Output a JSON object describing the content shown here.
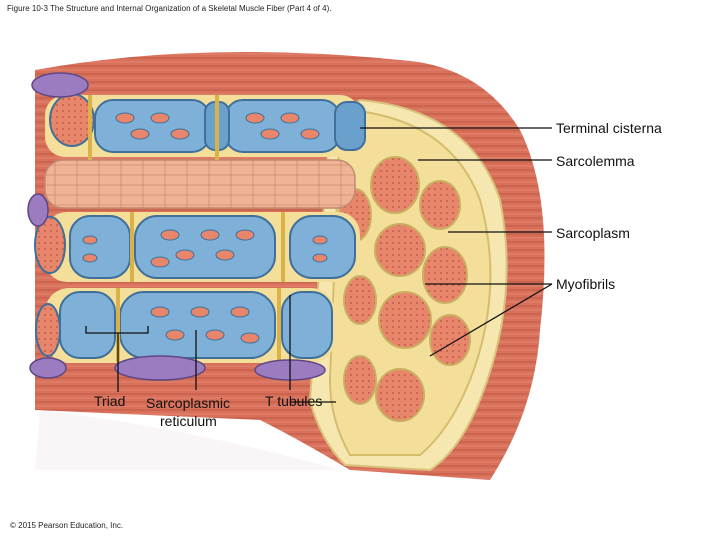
{
  "caption": "Figure 10-3 The Structure and Internal Organization of a Skeletal Muscle Fiber (Part 4 of 4).",
  "copyright": "© 2015 Pearson Education, Inc.",
  "labels": {
    "terminal_cisterna": "Terminal cisterna",
    "sarcolemma": "Sarcolemma",
    "sarcoplasm": "Sarcoplasm",
    "myofibrils": "Myofibrils",
    "triad": "Triad",
    "sarcoplasmic_line1": "Sarcoplasmic",
    "sarcoplasmic_line2": "reticulum",
    "t_tubules": "T tubules"
  },
  "colors": {
    "muscle_outer": "#d9705a",
    "muscle_stripe": "#c25a46",
    "sarcoplasm_yellow": "#f3df9a",
    "myofibril_red": "#e78a72",
    "sr_blue": "#7fb1d8",
    "sr_dark": "#3f6f9a",
    "mitochondria_purple": "#9b7cc0"
  }
}
